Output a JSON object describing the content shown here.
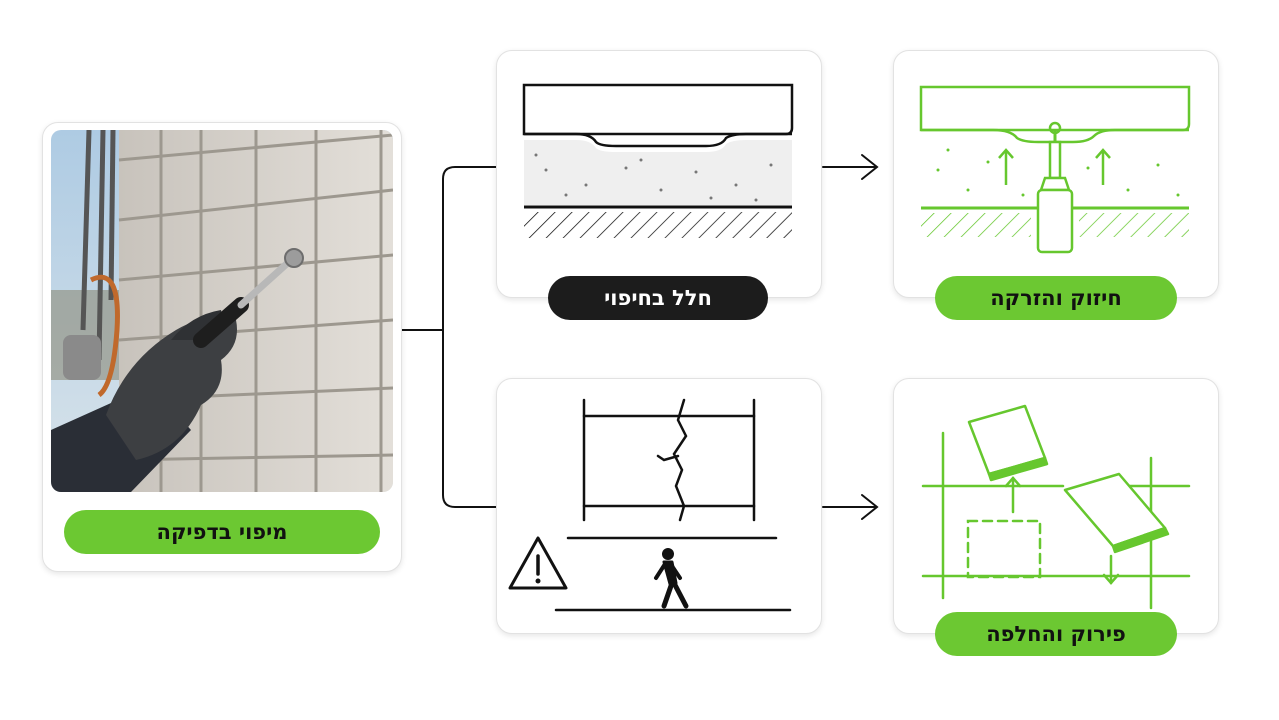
{
  "steps": {
    "tap_mapping": {
      "label": "מיפוי בדפיקה"
    },
    "void_in_cladding": {
      "label": "חלל בחיפוי"
    },
    "reinforce_inject": {
      "label": "חיזוק והזרקה"
    },
    "remove_replace": {
      "label": "פירוק והחלפה"
    }
  },
  "colors": {
    "accent_green": "#6cc832",
    "dark_pill": "#1c1c1c",
    "line_black": "#111111",
    "line_green": "#66c72e"
  },
  "icons": {
    "warning": "warning-triangle-icon",
    "pedestrian": "walking-person-icon"
  }
}
